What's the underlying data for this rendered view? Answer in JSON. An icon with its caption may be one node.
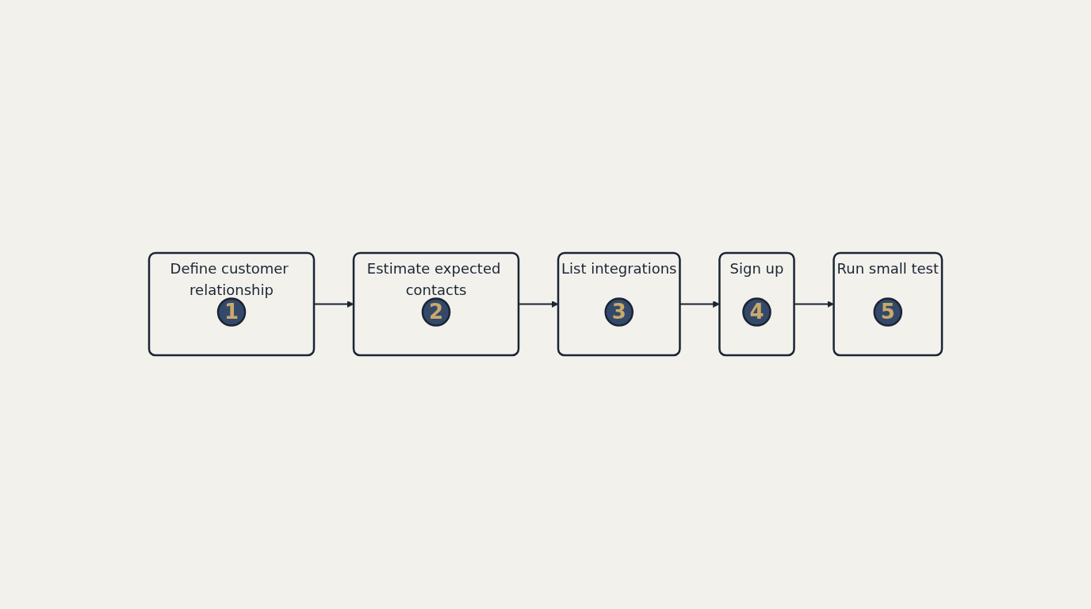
{
  "diagram": {
    "nodes": [
      {
        "text": [
          "Define customer relationship"
        ]
      },
      {
        "text": [
          "1"
        ],
        "in": 0
      },
      {
        "text": [
          "Estimate expected contacts"
        ]
      },
      {
        "text": [
          "2"
        ],
        "in": 2
      },
      {
        "text": [
          "List integrations"
        ]
      },
      {
        "text": [
          "3"
        ],
        "in": 4
      },
      {
        "text": [
          "Sign up"
        ]
      },
      {
        "text": [
          "4"
        ],
        "in": 6
      },
      {
        "text": [
          "Run small test"
        ]
      },
      {
        "text": [
          "5"
        ],
        "in": 8
      }
    ],
    "edges": [
      {
        "from": 0,
        "to": 2,
        "arrow": "to"
      },
      {
        "from": 2,
        "to": 4,
        "arrow": "to"
      },
      {
        "from": 4,
        "to": 6,
        "arrow": "to"
      },
      {
        "from": 6,
        "to": 8,
        "arrow": "to"
      }
    ]
  }
}
